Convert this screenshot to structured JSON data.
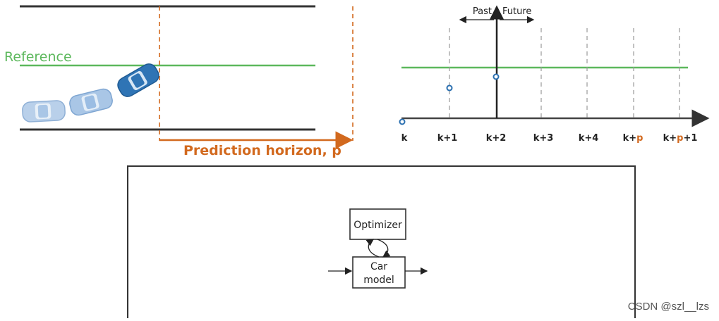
{
  "road_scene": {
    "reference_label": "Reference",
    "horizon_label": "Prediction horizon, p"
  },
  "timeline": {
    "past_label": "Past",
    "future_label": "Future",
    "ticks": [
      {
        "parts": [
          {
            "t": "k"
          }
        ]
      },
      {
        "parts": [
          {
            "t": "k+1"
          }
        ]
      },
      {
        "parts": [
          {
            "t": "k+2"
          }
        ]
      },
      {
        "parts": [
          {
            "t": "k+3"
          }
        ]
      },
      {
        "parts": [
          {
            "t": "k+4"
          }
        ]
      },
      {
        "parts": [
          {
            "t": "k+"
          },
          {
            "t": "p",
            "accent": true
          }
        ]
      },
      {
        "parts": [
          {
            "t": "k+"
          },
          {
            "t": "p",
            "accent": true
          },
          {
            "t": "+1"
          }
        ]
      }
    ]
  },
  "block_diagram": {
    "optimizer_label": "Optimizer",
    "car_label_line1": "Car",
    "car_label_line2": "model"
  },
  "watermark": "CSDN @szl__lzs",
  "colors": {
    "reference": "#5cb85c",
    "horizon": "#d2691e",
    "accent_blue": "#2a6fb0",
    "car_dark": "#2f74b5",
    "car_light": "#a9c6e6"
  }
}
